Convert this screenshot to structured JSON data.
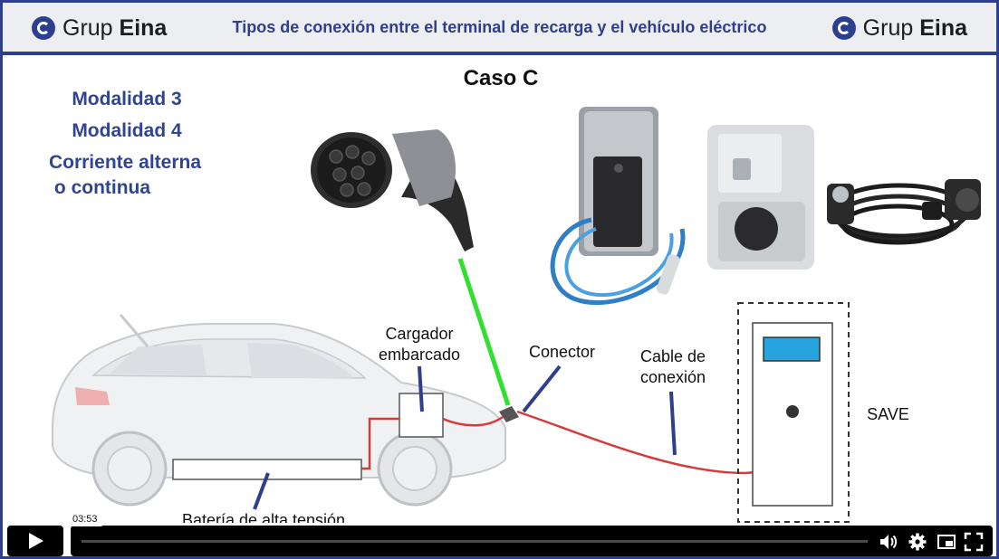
{
  "header": {
    "logo_left": {
      "light": "Grup ",
      "bold": "Eina"
    },
    "logo_right": {
      "light": "Grup ",
      "bold": "Eina"
    },
    "title": "Tipos de conexión entre el terminal de recarga y el vehículo eléctrico"
  },
  "slide": {
    "case_title": "Caso C",
    "modes": [
      "Modalidad 3",
      "Modalidad 4",
      "Corriente alterna",
      "o continua"
    ],
    "labels": {
      "onboard_charger_line1": "Cargador",
      "onboard_charger_line2": "embarcado",
      "connector": "Conector",
      "cable_line1": "Cable de",
      "cable_line2": "conexión",
      "save": "SAVE",
      "battery": "Batería de alta tensión"
    },
    "colors": {
      "brand_blue": "#2f3f8c",
      "text_blue": "#2f4593",
      "pointer_green": "#2fe02f",
      "wire_red": "#d63b3b",
      "screen_blue": "#27a3e0"
    }
  },
  "player": {
    "current_time": "03:53",
    "icons": [
      "play-icon",
      "volume-icon",
      "settings-icon",
      "pip-icon",
      "fullscreen-icon"
    ]
  }
}
